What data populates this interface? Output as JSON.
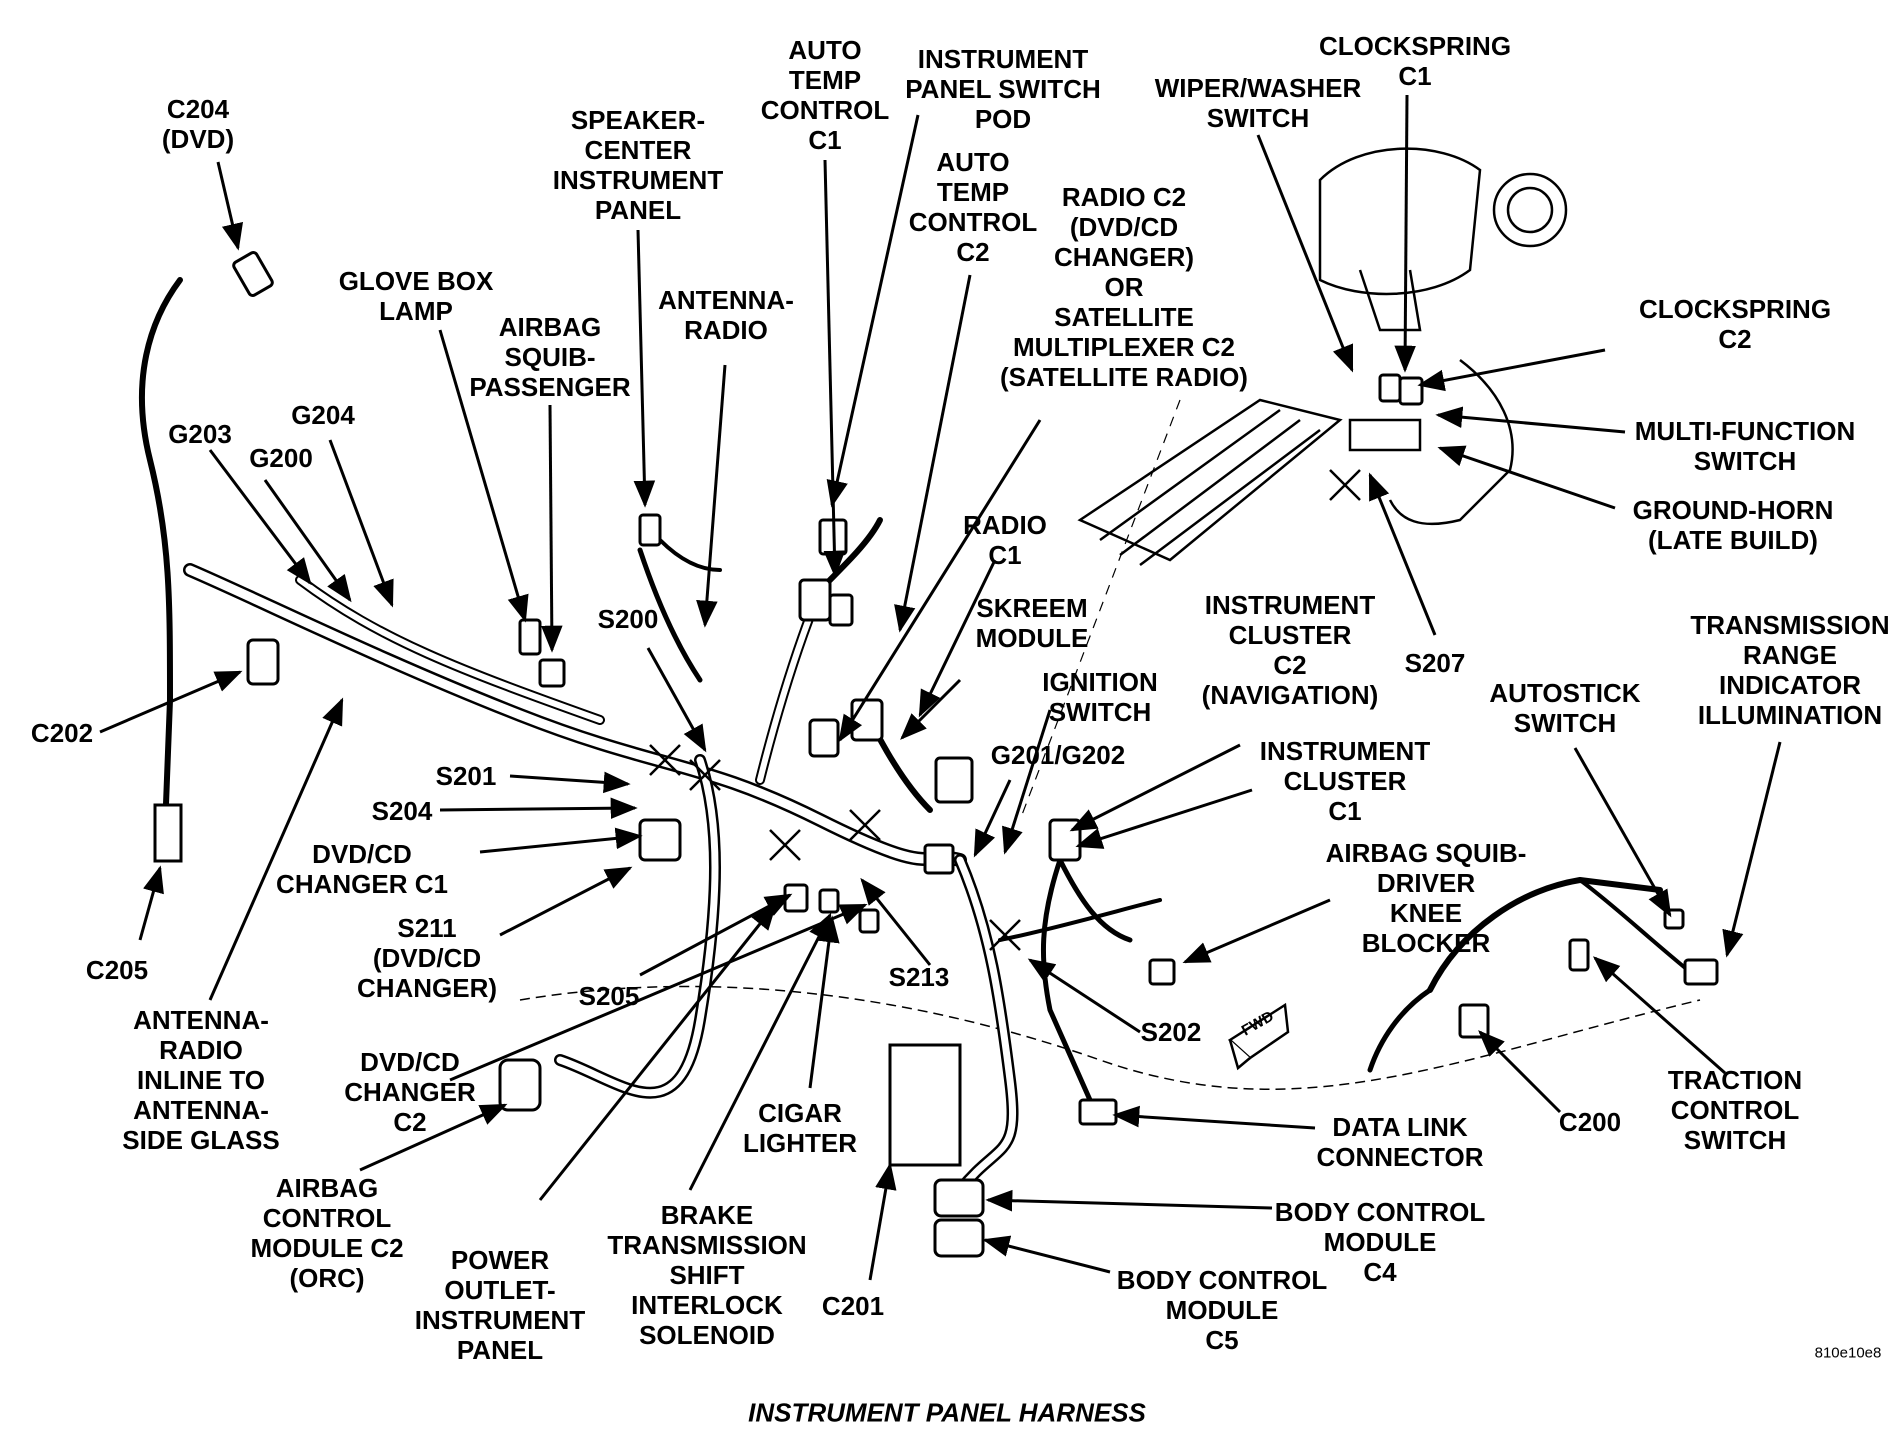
{
  "caption": "INSTRUMENT PANEL HARNESS",
  "figure_code": "810e10e8",
  "colors": {
    "ink": "#000000",
    "background": "#ffffff"
  },
  "labels": [
    {
      "id": "c204",
      "text": "C204\n(DVD)"
    },
    {
      "id": "speaker",
      "text": "SPEAKER-\nCENTER\nINSTRUMENT\nPANEL"
    },
    {
      "id": "auto-temp-c1",
      "text": "AUTO\nTEMP\nCONTROL\nC1"
    },
    {
      "id": "ip-switch-pod",
      "text": "INSTRUMENT\nPANEL SWITCH\nPOD"
    },
    {
      "id": "auto-temp-c2",
      "text": "AUTO\nTEMP\nCONTROL\nC2"
    },
    {
      "id": "radio-c2",
      "text": "RADIO C2\n(DVD/CD\nCHANGER)\nOR\nSATELLITE\nMULTIPLEXER C2\n(SATELLITE RADIO)"
    },
    {
      "id": "wiper",
      "text": "WIPER/WASHER\nSWITCH"
    },
    {
      "id": "clockspring-c1",
      "text": "CLOCKSPRING\nC1"
    },
    {
      "id": "clockspring-c2",
      "text": "CLOCKSPRING\nC2"
    },
    {
      "id": "glove-box",
      "text": "GLOVE BOX\nLAMP"
    },
    {
      "id": "airbag-pass",
      "text": "AIRBAG\nSQUIB-\nPASSENGER"
    },
    {
      "id": "antenna-radio",
      "text": "ANTENNA-\nRADIO"
    },
    {
      "id": "g204",
      "text": "G204"
    },
    {
      "id": "g203",
      "text": "G203"
    },
    {
      "id": "g200",
      "text": "G200"
    },
    {
      "id": "multi-func",
      "text": "MULTI-FUNCTION\nSWITCH"
    },
    {
      "id": "ground-horn",
      "text": "GROUND-HORN\n(LATE BUILD)"
    },
    {
      "id": "radio-c1",
      "text": "RADIO\nC1"
    },
    {
      "id": "skreem",
      "text": "SKREEM\nMODULE"
    },
    {
      "id": "ic-c2",
      "text": "INSTRUMENT\nCLUSTER\nC2\n(NAVIGATION)"
    },
    {
      "id": "s207",
      "text": "S207"
    },
    {
      "id": "trans-range",
      "text": "TRANSMISSION\nRANGE\nINDICATOR\nILLUMINATION"
    },
    {
      "id": "s200",
      "text": "S200"
    },
    {
      "id": "ignition",
      "text": "IGNITION\nSWITCH"
    },
    {
      "id": "autostick",
      "text": "AUTOSTICK\nSWITCH"
    },
    {
      "id": "c202",
      "text": "C202"
    },
    {
      "id": "s201",
      "text": "S201"
    },
    {
      "id": "g201-g202",
      "text": "G201/G202"
    },
    {
      "id": "ic-c1",
      "text": "INSTRUMENT\nCLUSTER\nC1"
    },
    {
      "id": "s204",
      "text": "S204"
    },
    {
      "id": "dvd-c1",
      "text": "DVD/CD\nCHANGER C1"
    },
    {
      "id": "airbag-driver",
      "text": "AIRBAG SQUIB-\nDRIVER\nKNEE\nBLOCKER"
    },
    {
      "id": "s211",
      "text": "S211\n(DVD/CD\nCHANGER)"
    },
    {
      "id": "c205",
      "text": "C205"
    },
    {
      "id": "antenna-inline",
      "text": "ANTENNA-\nRADIO\nINLINE TO\nANTENNA-\nSIDE GLASS"
    },
    {
      "id": "s213",
      "text": "S213"
    },
    {
      "id": "s205",
      "text": "S205"
    },
    {
      "id": "s202",
      "text": "S202"
    },
    {
      "id": "dvd-c2",
      "text": "DVD/CD\nCHANGER\nC2"
    },
    {
      "id": "traction",
      "text": "TRACTION\nCONTROL\nSWITCH"
    },
    {
      "id": "c200",
      "text": "C200"
    },
    {
      "id": "cigar",
      "text": "CIGAR\nLIGHTER"
    },
    {
      "id": "data-link",
      "text": "DATA LINK\nCONNECTOR"
    },
    {
      "id": "airbag-ctrl",
      "text": "AIRBAG\nCONTROL\nMODULE C2\n(ORC)"
    },
    {
      "id": "bcm-c4",
      "text": "BODY CONTROL\nMODULE\nC4"
    },
    {
      "id": "power-outlet",
      "text": "POWER\nOUTLET-\nINSTRUMENT\nPANEL"
    },
    {
      "id": "brake-trans",
      "text": "BRAKE\nTRANSMISSION\nSHIFT\nINTERLOCK\nSOLENOID"
    },
    {
      "id": "c201",
      "text": "C201"
    },
    {
      "id": "bcm-c5",
      "text": "BODY CONTROL\nMODULE\nC5"
    }
  ],
  "fwd_marker": "FWD"
}
